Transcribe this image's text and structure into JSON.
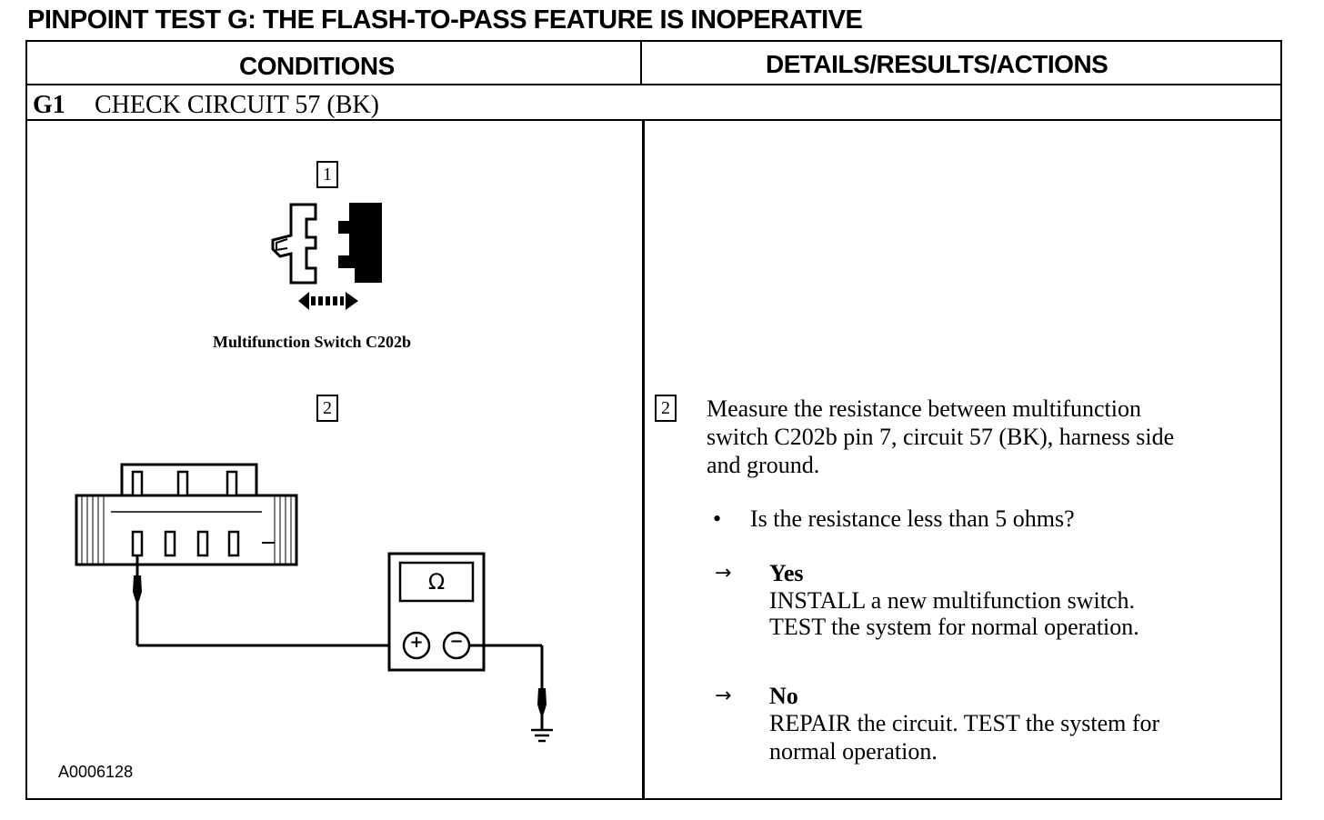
{
  "title": "PINPOINT TEST G:  THE FLASH-TO-PASS FEATURE IS INOPERATIVE",
  "table": {
    "col_conditions": "CONDITIONS",
    "col_details": "DETAILS/RESULTS/ACTIONS",
    "step_id": "G1",
    "step_title": "CHECK CIRCUIT 57 (BK)"
  },
  "conditions": {
    "step1_number": "1",
    "step1_caption": "Multifunction Switch C202b",
    "step2_number": "2",
    "meter_symbol": "Ω",
    "meter_plus": "+",
    "meter_minus": "−",
    "figure_id": "A0006128"
  },
  "details": {
    "step_number": "2",
    "instruction_lines": [
      "Measure the resistance between multifunction",
      "switch C202b pin 7, circuit 57 (BK), harness side",
      "and ground."
    ],
    "bullet": "•",
    "question": "Is the resistance less than 5 ohms?",
    "arrow": "→",
    "yes_label": "Yes",
    "yes_lines": [
      "INSTALL a new multifunction switch.",
      "TEST the system  for normal operation."
    ],
    "no_label": "No",
    "no_lines": [
      "REPAIR the circuit. TEST the system for",
      "normal operation."
    ]
  }
}
